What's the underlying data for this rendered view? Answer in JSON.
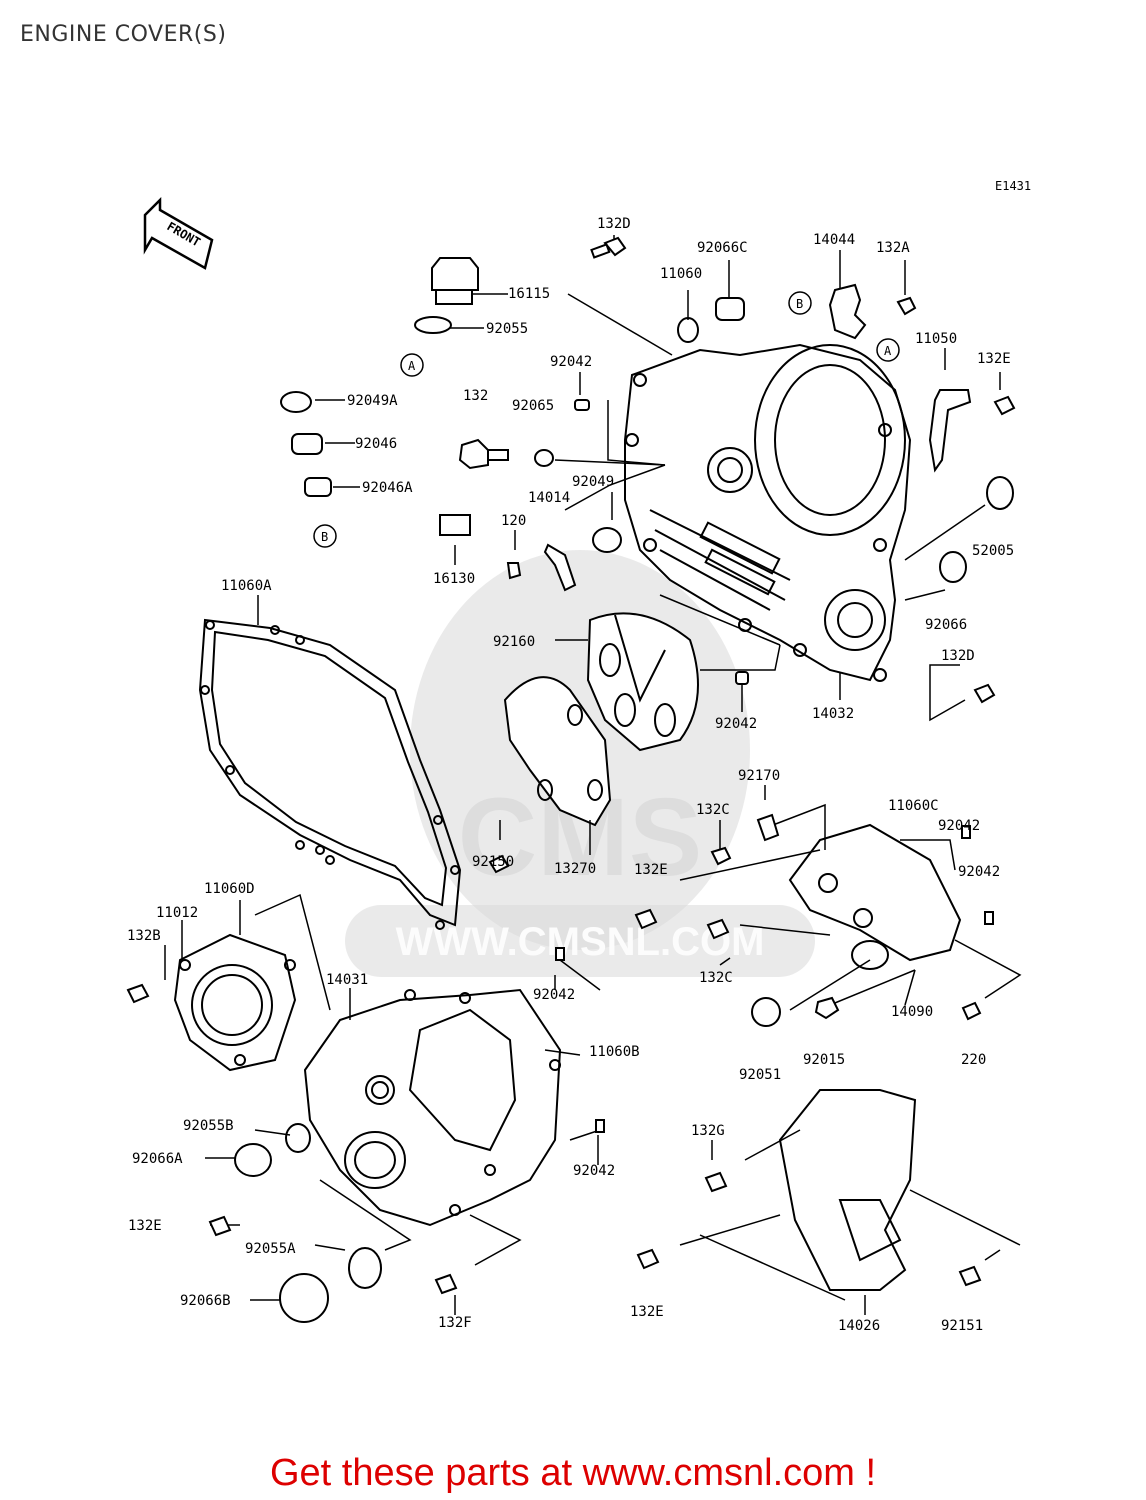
{
  "title": "ENGINE COVER(S)",
  "diagram_code": "E1431",
  "front_label": "FRONT",
  "watermark": "WWW.CMSNL.COM",
  "watermark_logo": "CMS",
  "footer": "Get these parts at www.cmsnl.com !",
  "parts": {
    "p132D_top": "132D",
    "p92066C": "92066C",
    "p14044": "14044",
    "p132A": "132A",
    "p11060": "11060",
    "p16115": "16115",
    "p92055": "92055",
    "p11050": "11050",
    "p132E_r": "132E",
    "p92042_a": "92042",
    "p92049A": "92049A",
    "p132": "132",
    "p92065": "92065",
    "p92046": "92046",
    "p92049": "92049",
    "p92046A": "92046A",
    "p14014": "14014",
    "p120": "120",
    "p52005": "52005",
    "p16130": "16130",
    "p11060A": "11060A",
    "p92160": "92160",
    "p92066": "92066",
    "p132D_r": "132D",
    "p92042_b": "92042",
    "p14032": "14032",
    "p92170": "92170",
    "p11060C": "11060C",
    "p132C_a": "132C",
    "p92042_c": "92042",
    "p92150": "92150",
    "p13270": "13270",
    "p132E_m": "132E",
    "p92042_d": "92042",
    "p11060D": "11060D",
    "p11012": "11012",
    "p132B": "132B",
    "p132C_b": "132C",
    "p14031": "14031",
    "p92042_e": "92042",
    "p14090": "14090",
    "p11060B": "11060B",
    "p92015": "92015",
    "p220": "220",
    "p92051": "92051",
    "p92055B": "92055B",
    "p92066A": "92066A",
    "p132G": "132G",
    "p92042_f": "92042",
    "p132E_l": "132E",
    "p92055A": "92055A",
    "p92066B": "92066B",
    "p132F": "132F",
    "p132E_b": "132E",
    "p14026": "14026",
    "p92151": "92151"
  },
  "callouts": {
    "A": "A",
    "B": "B"
  }
}
